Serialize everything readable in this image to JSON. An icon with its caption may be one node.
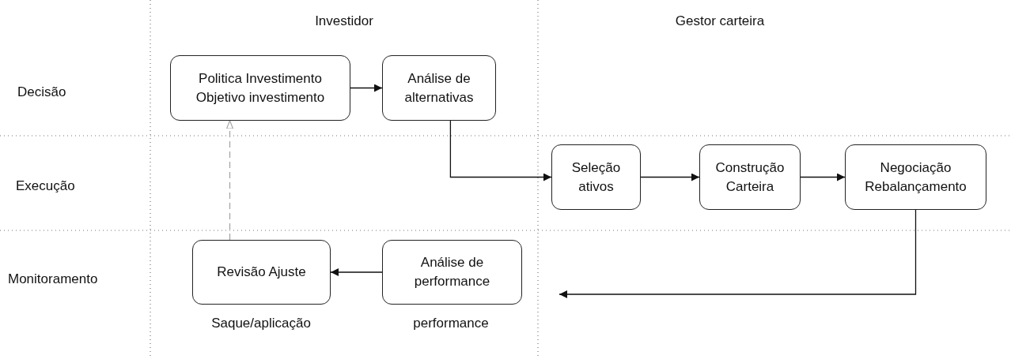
{
  "diagram": {
    "nodes": [
      {
        "text": [
          "Politica Investimento Objetivo investimento"
        ]
      },
      {
        "text": [
          "Análise de alternativas"
        ]
      },
      {
        "text": [
          "Seleção ativos"
        ]
      },
      {
        "text": [
          "Construção Carteira"
        ]
      },
      {
        "text": [
          "Negociação Rebalançamento"
        ]
      },
      {
        "text": [
          "Revisão Ajuste"
        ]
      },
      {
        "text": [
          "Análise de performance"
        ]
      }
    ],
    "edges": [
      {
        "from": 0,
        "to": 1,
        "arrow": "to"
      },
      {
        "from": 1,
        "to": 2,
        "arrow": "to"
      },
      {
        "from": 2,
        "to": 3,
        "arrow": "to"
      },
      {
        "from": 3,
        "to": 4,
        "arrow": "to"
      },
      {
        "from": 4,
        "to": null,
        "arrow": "to"
      },
      {
        "from": 6,
        "to": 5,
        "arrow": "to"
      },
      {
        "from": 5,
        "to": 0,
        "arrow": "to",
        "style": "dashed",
        "color": "#a6a6a6"
      }
    ],
    "labels": [
      "Investidor",
      "Gestor carteira",
      "Decisão",
      "Execução",
      "Monitoramento",
      "Saque/aplicação",
      "performance"
    ]
  }
}
